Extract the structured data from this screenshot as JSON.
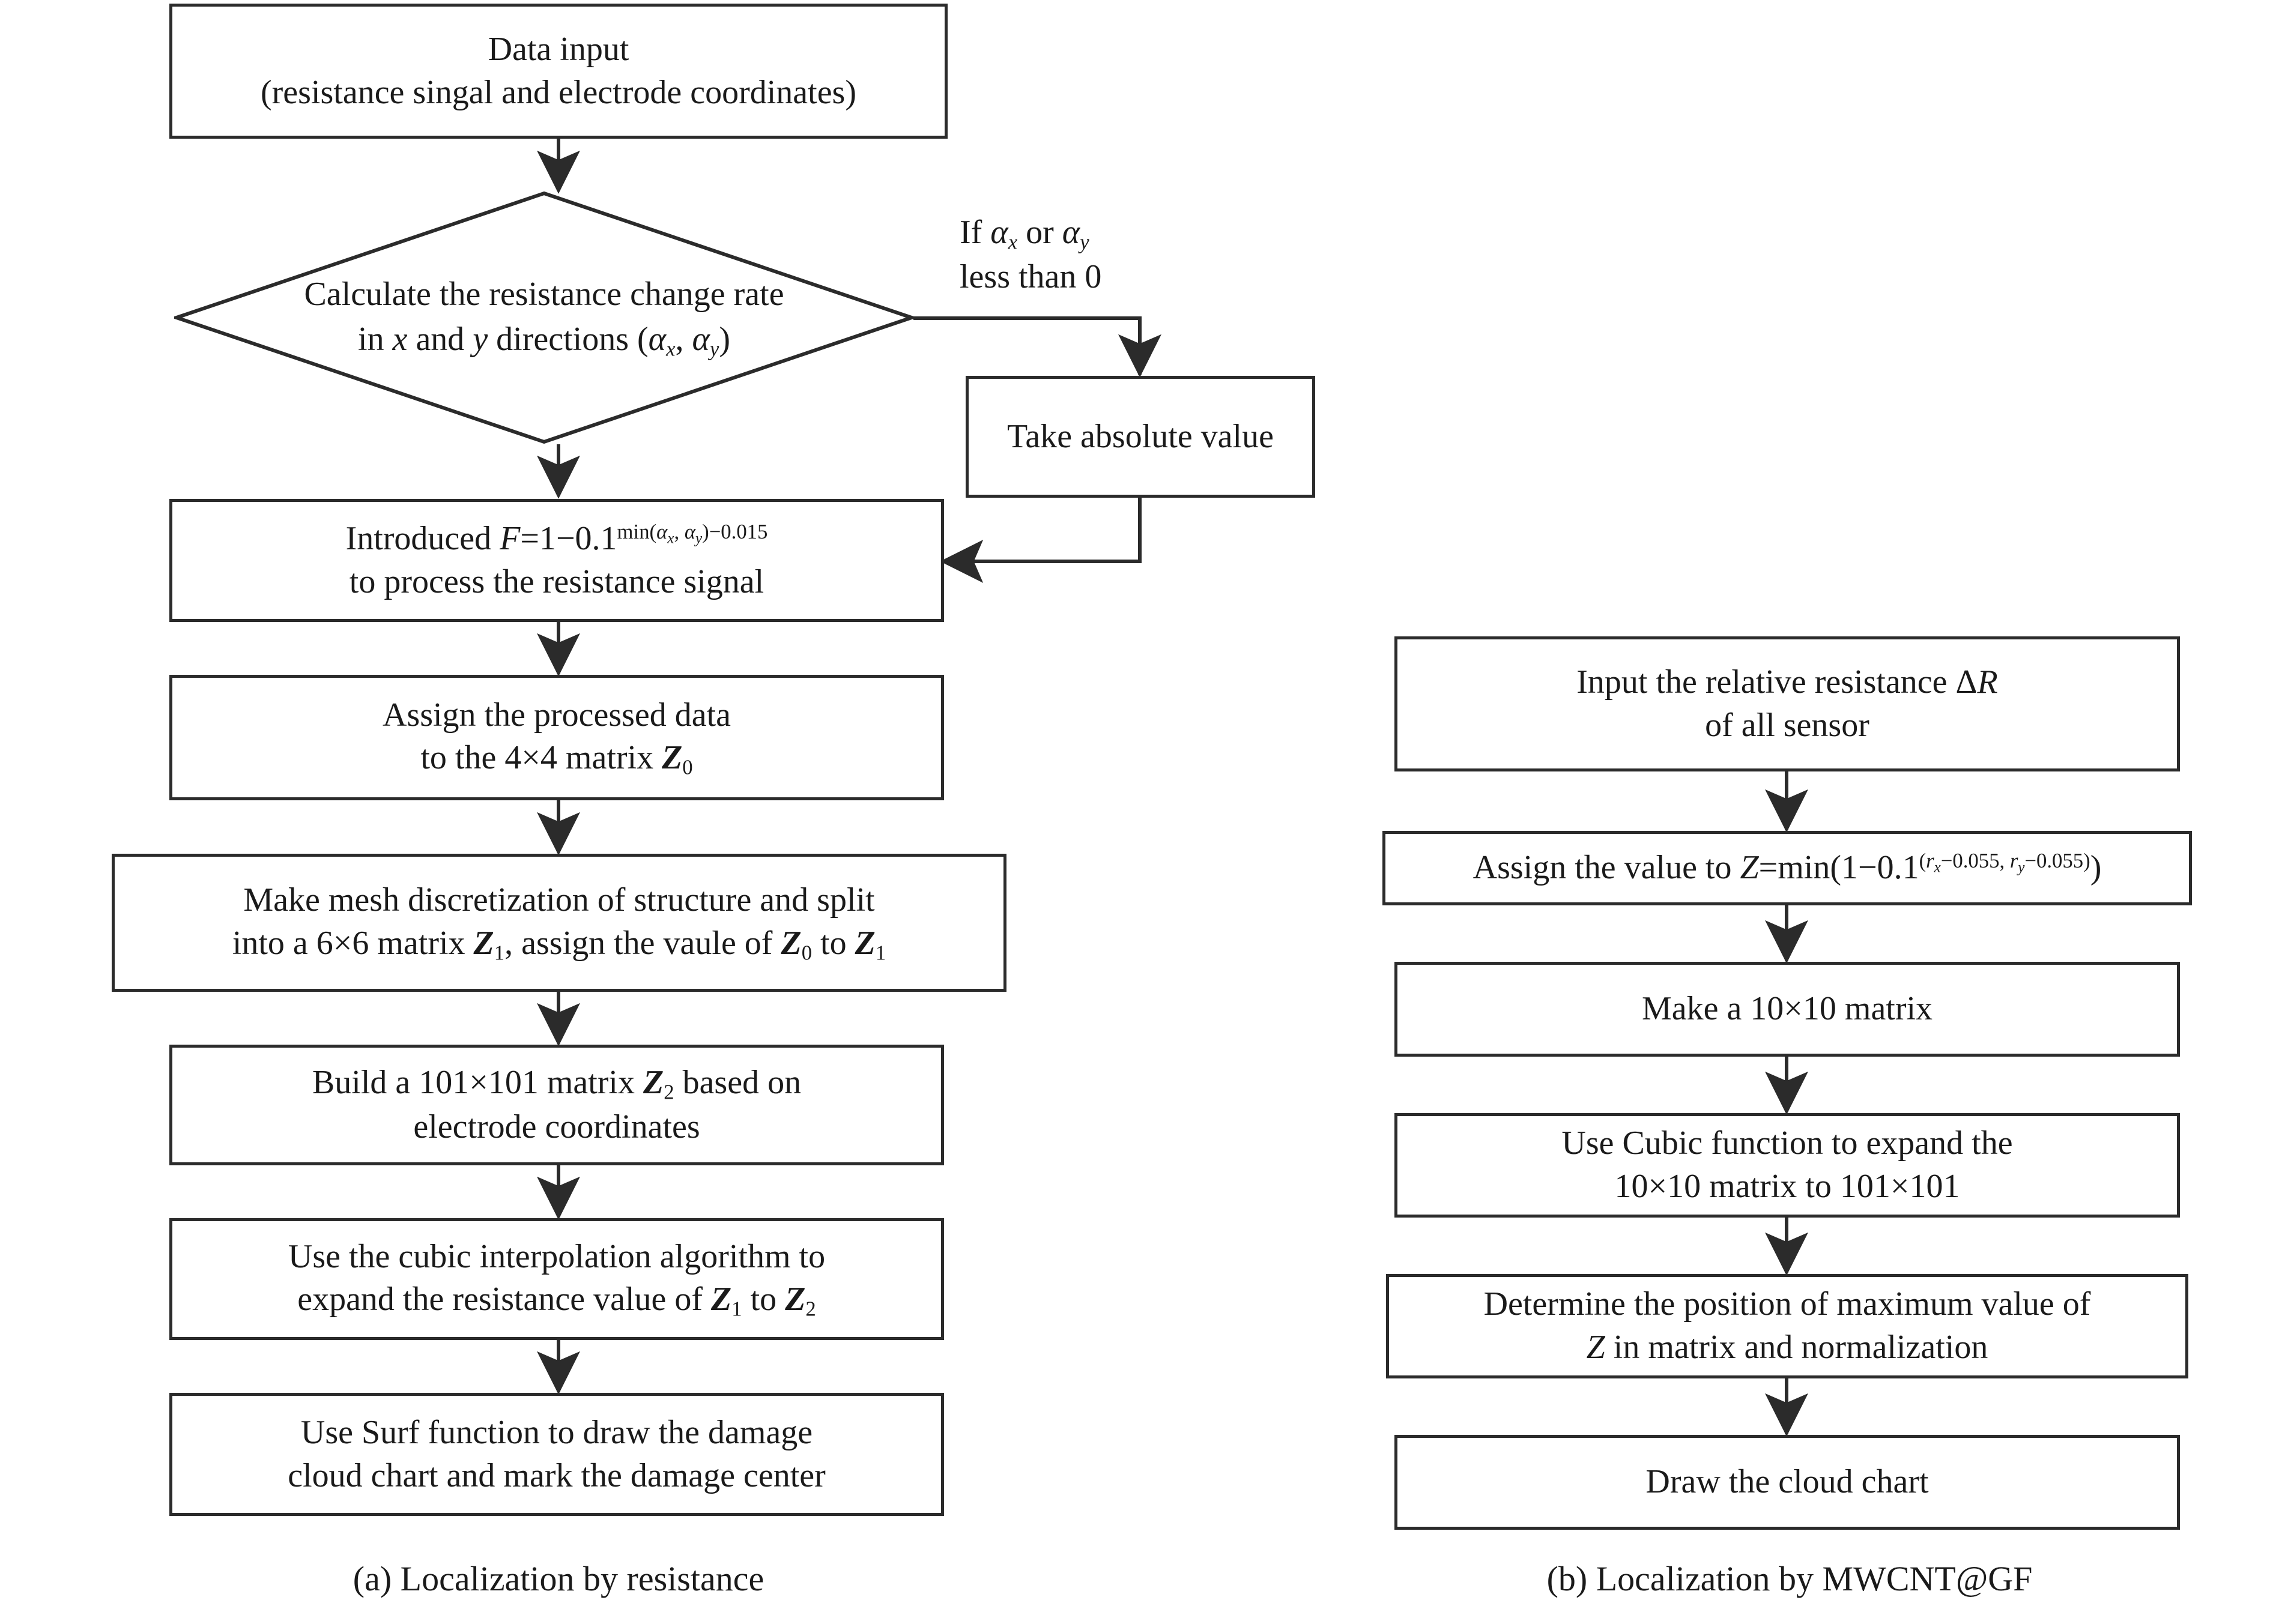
{
  "figure": {
    "type": "flowchart",
    "panels": [
      {
        "id": "a",
        "caption": "(a) Localization by resistance",
        "nodes": [
          {
            "id": "a1",
            "shape": "process",
            "text_lines": [
              "Data input",
              "(resistance singal and electrode coordinates)"
            ]
          },
          {
            "id": "a2",
            "shape": "decision",
            "text_lines": [
              "Calculate the resistance change rate",
              "in x and y directions (αx, αy)"
            ]
          },
          {
            "id": "a3",
            "shape": "process",
            "text_lines": [
              "Take absolute value"
            ]
          },
          {
            "id": "a4",
            "shape": "process",
            "text_lines": [
              "Introduced F=1−0.1 min(αx, αy)−0.015",
              "to process the resistance signal"
            ]
          },
          {
            "id": "a5",
            "shape": "process",
            "text_lines": [
              "Assign the processed data",
              "to the 4×4 matrix Z0"
            ]
          },
          {
            "id": "a6",
            "shape": "process",
            "text_lines": [
              "Make mesh discretization of structure and split",
              "into a 6×6 matrix Z1, assign the vaule of Z0 to Z1"
            ]
          },
          {
            "id": "a7",
            "shape": "process",
            "text_lines": [
              "Build a 101×101 matrix Z2 based on",
              "electrode coordinates"
            ]
          },
          {
            "id": "a8",
            "shape": "process",
            "text_lines": [
              "Use the cubic interpolation algorithm to",
              "expand the resistance value of Z1 to Z2"
            ]
          },
          {
            "id": "a9",
            "shape": "process",
            "text_lines": [
              "Use Surf function to draw the damage",
              "cloud chart and mark the damage center"
            ]
          }
        ],
        "edge_labels": [
          {
            "id": "a-branch",
            "text_lines": [
              "If αx or αy",
              "less than 0"
            ]
          }
        ]
      },
      {
        "id": "b",
        "caption": "(b) Localization by MWCNT@GF",
        "nodes": [
          {
            "id": "b1",
            "shape": "process",
            "text_lines": [
              "Input the relative resistance ΔR",
              "of all sensor"
            ]
          },
          {
            "id": "b2",
            "shape": "process",
            "text_lines": [
              "Assign the value to Z=min(1−0.1 (rx−0.055, ry−0.055))"
            ]
          },
          {
            "id": "b3",
            "shape": "process",
            "text_lines": [
              "Make a 10×10 matrix"
            ]
          },
          {
            "id": "b4",
            "shape": "process",
            "text_lines": [
              "Use Cubic function to expand the",
              "10×10 matrix to 101×101"
            ]
          },
          {
            "id": "b5",
            "shape": "process",
            "text_lines": [
              "Determine the position of maximum value of",
              "Z in matrix and normalization"
            ]
          },
          {
            "id": "b6",
            "shape": "process",
            "text_lines": [
              "Draw the cloud chart"
            ]
          }
        ],
        "edge_labels": []
      }
    ],
    "colors": {
      "stroke": "#2b2b2b",
      "fill": "#ffffff",
      "text": "#1a1a1a"
    }
  },
  "panel_a": {
    "n1_l1": "Data input",
    "n1_l2": "(resistance singal and electrode coordinates)",
    "n2_l1a": "Calculate the resistance change rate",
    "n2_l2_pre": "in ",
    "n2_l2_x": "x",
    "n2_l2_mid": " and ",
    "n2_l2_y": "y",
    "n2_l2_post": " directions (",
    "n2_a1": "α",
    "n2_a1s": "x",
    "n2_comma": ", ",
    "n2_a2": "α",
    "n2_a2s": "y",
    "n2_close": ")",
    "branch_l1_pre": "If ",
    "branch_a1": "α",
    "branch_a1s": "x",
    "branch_mid": " or ",
    "branch_a2": "α",
    "branch_a2s": "y",
    "branch_l2": "less than 0",
    "n3": "Take absolute value",
    "n4_pre": "Introduced ",
    "n4_F": "F",
    "n4_eq": "=1−0.1",
    "n4_sup_pre": "min(",
    "n4_sup_a1": "α",
    "n4_sup_a1s": "x",
    "n4_sup_comma": ", ",
    "n4_sup_a2": "α",
    "n4_sup_a2s": "y",
    "n4_sup_post": ")−0.015",
    "n4_l2": "to process the resistance signal",
    "n5_l1": "Assign the processed data",
    "n5_l2_pre": "to the 4×4 matrix ",
    "n5_Z": "Z",
    "n5_Zs": "0",
    "n6_l1": "Make mesh discretization of structure and split",
    "n6_l2_pre": "into a 6×6 matrix ",
    "n6_Z1": "Z",
    "n6_Z1s": "1",
    "n6_mid": ", assign the vaule of ",
    "n6_Z0": "Z",
    "n6_Z0s": "0",
    "n6_to": " to ",
    "n6_Z1b": "Z",
    "n6_Z1bs": "1",
    "n7_pre": "Build a 101×101 matrix ",
    "n7_Z": "Z",
    "n7_Zs": "2",
    "n7_post": " based on",
    "n7_l2": "electrode coordinates",
    "n8_l1": "Use the cubic interpolation algorithm to",
    "n8_l2_pre": "expand the resistance value of ",
    "n8_Z1": "Z",
    "n8_Z1s": "1",
    "n8_to": " to ",
    "n8_Z2": "Z",
    "n8_Z2s": "2",
    "n9_l1": "Use Surf function to draw the damage",
    "n9_l2": "cloud chart and mark the damage center",
    "caption": "(a) Localization by resistance"
  },
  "panel_b": {
    "n1_l1_pre": "Input the relative resistance ",
    "n1_delta": "Δ",
    "n1_R": "R",
    "n1_l2": "of all sensor",
    "n2_pre": "Assign the value to ",
    "n2_Z": "Z",
    "n2_eq": "=min(1−0.1",
    "n2_sup_open": "(",
    "n2_sup_r1": "r",
    "n2_sup_r1s": "x",
    "n2_sup_v1": "−0.055, ",
    "n2_sup_r2": "r",
    "n2_sup_r2s": "y",
    "n2_sup_v2": "−0.055)",
    "n2_close": ")",
    "n3": "Make a 10×10 matrix",
    "n4_l1": "Use Cubic function to expand the",
    "n4_l2": "10×10 matrix to 101×101",
    "n5_l1": "Determine the position of maximum value of",
    "n5_Z": "Z",
    "n5_l2_post": " in matrix and normalization",
    "n6": "Draw the cloud chart",
    "caption": "(b) Localization by MWCNT@GF"
  }
}
